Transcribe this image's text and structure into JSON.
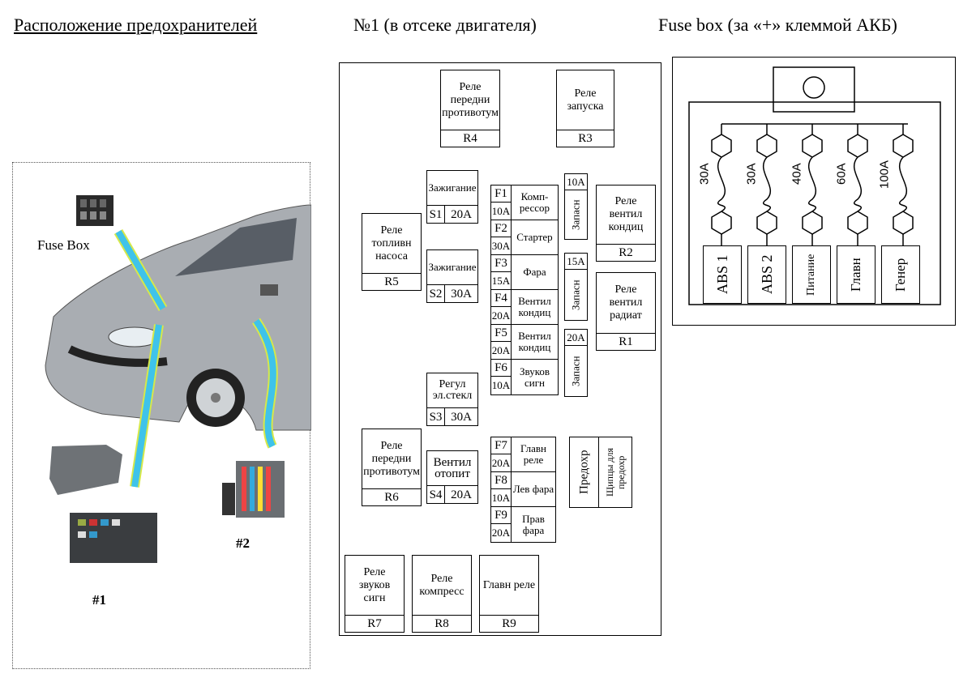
{
  "headers": {
    "location": "Расположение предохранителей",
    "engine_box": "№1  (в отсеке двигателя)",
    "battery_box": "Fuse box (за «+» клеммой АКБ)"
  },
  "car_panel": {
    "fuse_box_label": "Fuse Box",
    "box1_label": "#1",
    "box2_label": "#2"
  },
  "engine_box": {
    "relays": [
      {
        "id": "r4",
        "label": "Реле передни противотум",
        "code": "R4"
      },
      {
        "id": "r3",
        "label": "Реле запуска",
        "code": "R3"
      },
      {
        "id": "r5",
        "label": "Реле топливн насоса",
        "code": "R5"
      },
      {
        "id": "r2",
        "label": "Реле вентил кондиц",
        "code": "R2"
      },
      {
        "id": "r1",
        "label": "Реле вентил радиат",
        "code": "R1"
      },
      {
        "id": "r6",
        "label": "Реле передни противотум",
        "code": "R6"
      },
      {
        "id": "r7",
        "label": "Реле звуков сигн",
        "code": "R7"
      },
      {
        "id": "r8",
        "label": "Реле компресс",
        "code": "R8"
      },
      {
        "id": "r9",
        "label": "Главн реле",
        "code": "R9"
      }
    ],
    "switches": [
      {
        "id": "s1",
        "label": "Зажигание",
        "code": "S1",
        "amp": "20A"
      },
      {
        "id": "s2",
        "label": "Зажигание",
        "code": "S2",
        "amp": "30A"
      },
      {
        "id": "s3",
        "label": "Регул эл.стекл",
        "code": "S3",
        "amp": "30A"
      },
      {
        "id": "s4",
        "label": "Вентил отопит",
        "code": "S4",
        "amp": "20A"
      }
    ],
    "fuses": [
      {
        "id": "f1",
        "code": "F1",
        "amp": "10A",
        "label": "Комп-рессор"
      },
      {
        "id": "f2",
        "code": "F2",
        "amp": "30A",
        "label": "Стартер"
      },
      {
        "id": "f3",
        "code": "F3",
        "amp": "15A",
        "label": "Фара"
      },
      {
        "id": "f4",
        "code": "F4",
        "amp": "20A",
        "label": "Вентил кондиц"
      },
      {
        "id": "f5",
        "code": "F5",
        "amp": "20A",
        "label": "Вентил кондиц"
      },
      {
        "id": "f6",
        "code": "F6",
        "amp": "10A",
        "label": "Звуков сигн"
      },
      {
        "id": "f7",
        "code": "F7",
        "amp": "20A",
        "label": "Главн реле"
      },
      {
        "id": "f8",
        "code": "F8",
        "amp": "10A",
        "label": "Лев фара"
      },
      {
        "id": "f9",
        "code": "F9",
        "amp": "20A",
        "label": "Прав фара"
      }
    ],
    "spares": [
      {
        "id": "sp1",
        "amp": "10A",
        "label": "Запасн"
      },
      {
        "id": "sp2",
        "amp": "15A",
        "label": "Запасн"
      },
      {
        "id": "sp3",
        "amp": "20A",
        "label": "Запасн"
      }
    ],
    "fuse_tool": {
      "fuse_label": "Предохр",
      "tweezers_label": "Щипцы для предохр"
    }
  },
  "battery_box": {
    "fuses": [
      {
        "id": "b1",
        "amp": "30A",
        "label": "ABS 1"
      },
      {
        "id": "b2",
        "amp": "30A",
        "label": "ABS 2"
      },
      {
        "id": "b3",
        "amp": "40A",
        "label": "Питание"
      },
      {
        "id": "b4",
        "amp": "60A",
        "label": "Главн"
      },
      {
        "id": "b5",
        "amp": "100A",
        "label": "Генер"
      }
    ]
  },
  "colors": {
    "arrow": "#3fc3ea",
    "arrow_edge": "#d6e84a",
    "car_body": "#a9adb2"
  }
}
